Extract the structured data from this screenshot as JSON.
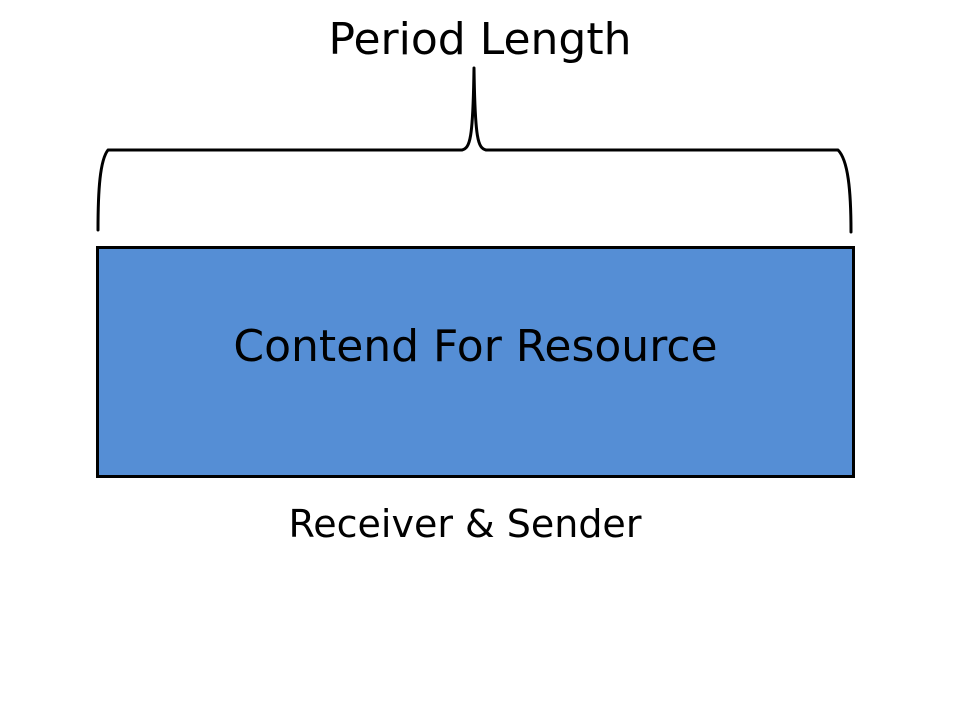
{
  "diagram": {
    "brace_label": "Period Length",
    "box_label": "Contend For Resource",
    "caption": "Receiver & Sender"
  },
  "colors": {
    "box_fill": "#558ed5",
    "outline": "#000000",
    "background": "#ffffff"
  }
}
